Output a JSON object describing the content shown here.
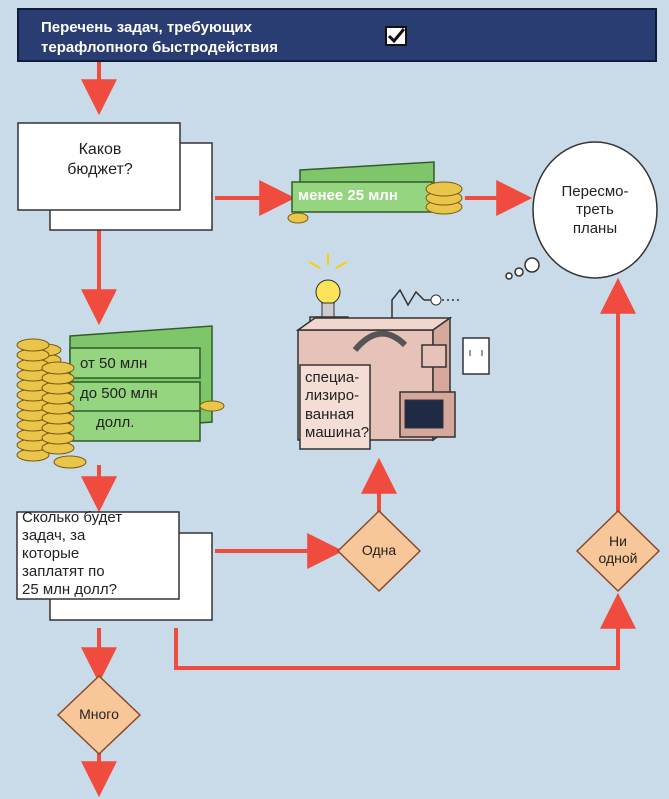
{
  "header": {
    "title_line1": "Перечень задач, требующих",
    "title_line2": "терафлопного быстродействия"
  },
  "nodes": {
    "budget_question_line1": "Каков",
    "budget_question_line2": "бюджет?",
    "small_budget": "менее 25 млн",
    "big_budget_line1": "от 50 млн",
    "big_budget_line2": "до 500 млн",
    "big_budget_line3": "долл.",
    "tasks_question_line1": "Сколько будет",
    "tasks_question_line2": "задач, за",
    "tasks_question_line3": "которые",
    "tasks_question_line4": "заплатят по",
    "tasks_question_line5": "25 млн долл?",
    "one": "Одна",
    "none_line1": "Ни",
    "none_line2": "одной",
    "many": "Много",
    "special_machine_line1": "специа-",
    "special_machine_line2": "лизиро-",
    "special_machine_line3": "ванная",
    "special_machine_line4": "машина?",
    "revise_line1": "Пересмо-",
    "revise_line2": "треть",
    "revise_line3": "планы"
  },
  "colors": {
    "background": "#c9dbe9",
    "header": "#2a3d72",
    "arrow": "#ef4c3f",
    "diamond": "#f7c79a",
    "money": "#7fc66a",
    "coin": "#e9c64a",
    "machine": "#e7c2b8"
  }
}
